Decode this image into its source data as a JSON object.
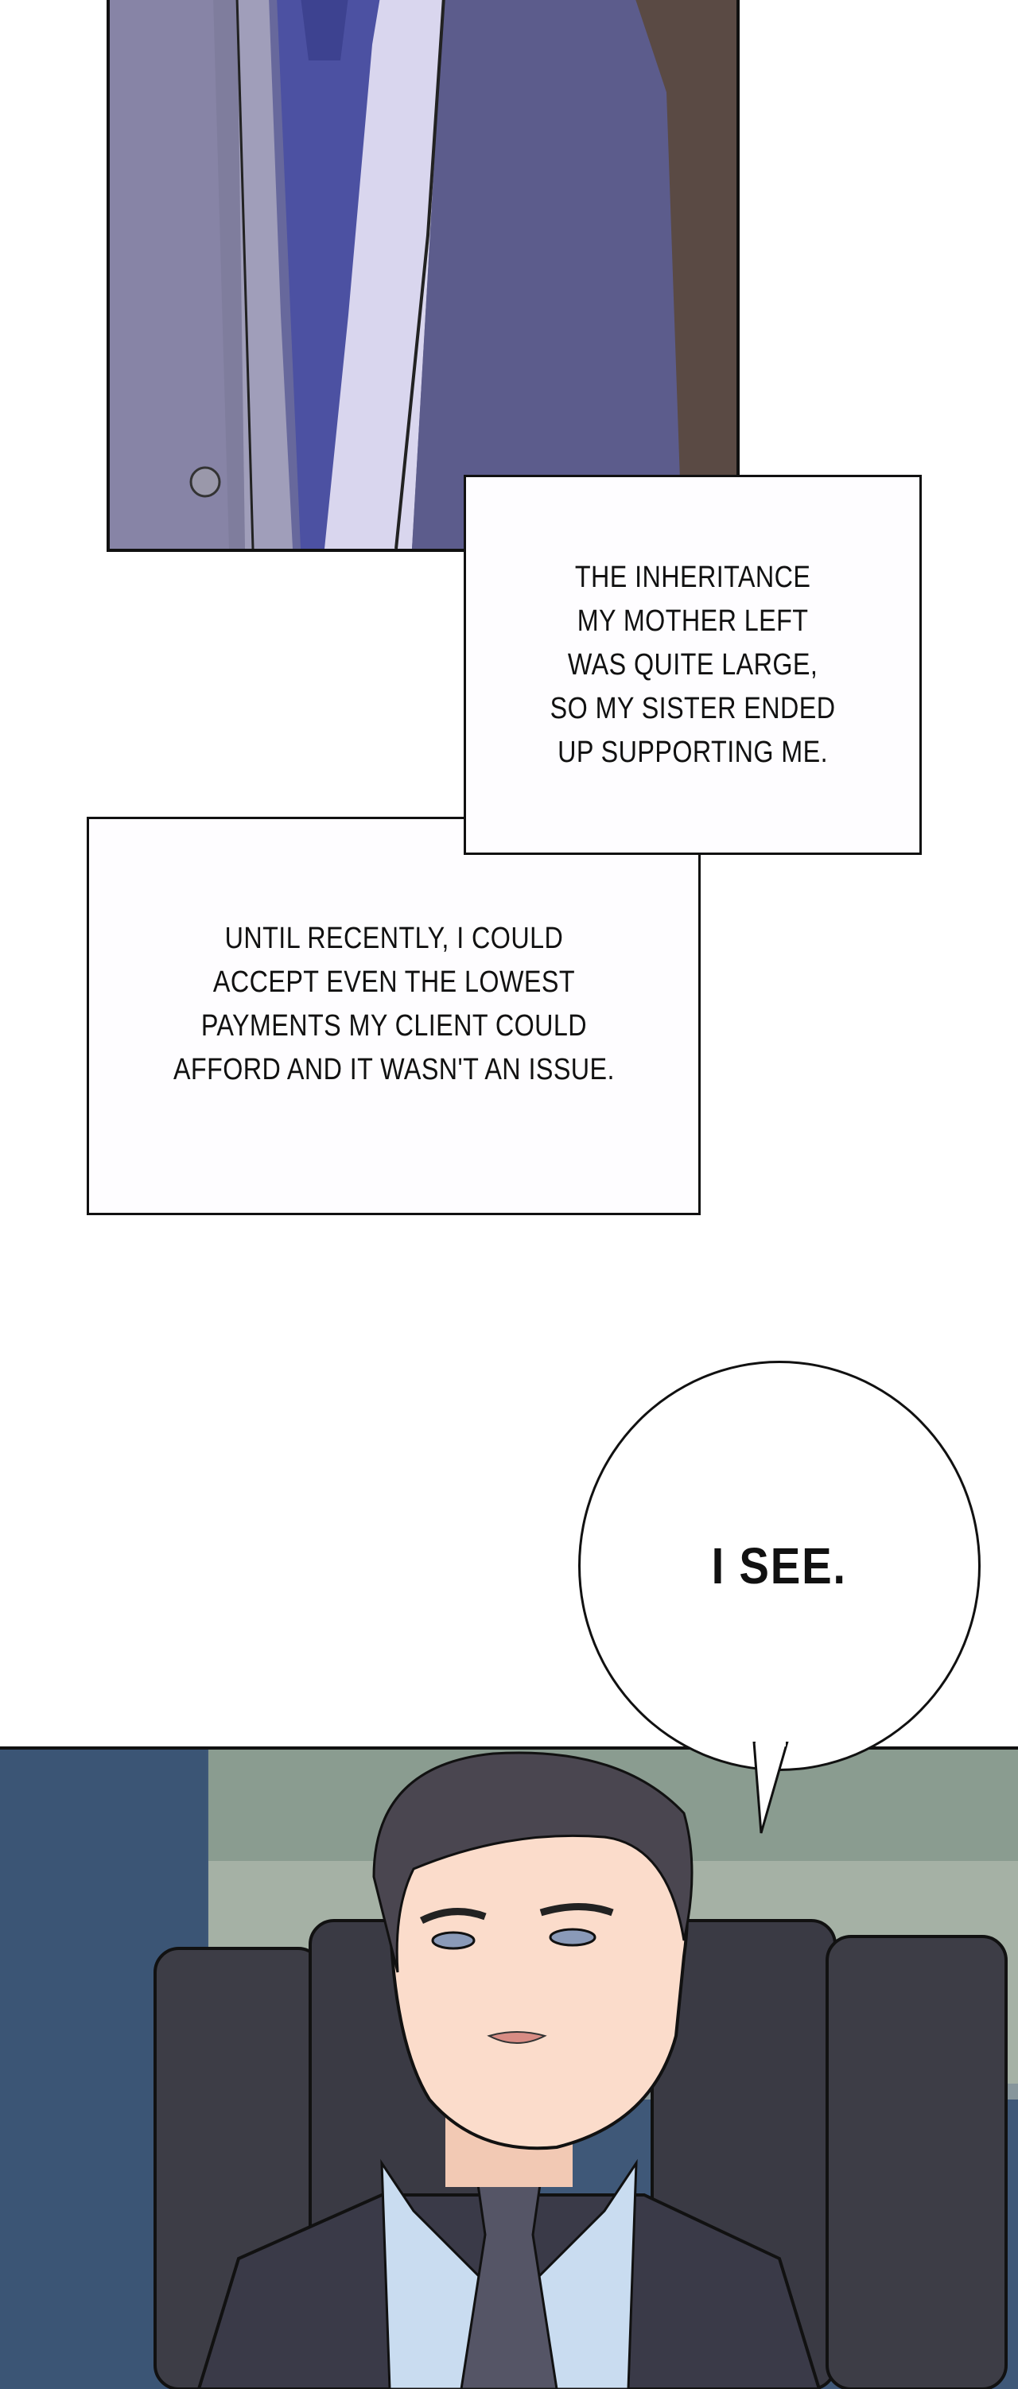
{
  "narration": {
    "box1_text": "THE INHERITANCE\nMY MOTHER LEFT\nWAS QUITE LARGE,\nSO MY SISTER ENDED\nUP SUPPORTING ME.",
    "box2_text": "UNTIL RECENTLY, I COULD\nACCEPT EVEN THE LOWEST\nPAYMENTS MY CLIENT COULD\nAFFORD AND IT WASN'T AN ISSUE."
  },
  "speech": {
    "bubble_text": "I SEE."
  },
  "colors": {
    "suit": "#5a5a86",
    "tie": "#4a4fa0",
    "background_wall": "#3f5878",
    "chair": "#3d3d46"
  }
}
